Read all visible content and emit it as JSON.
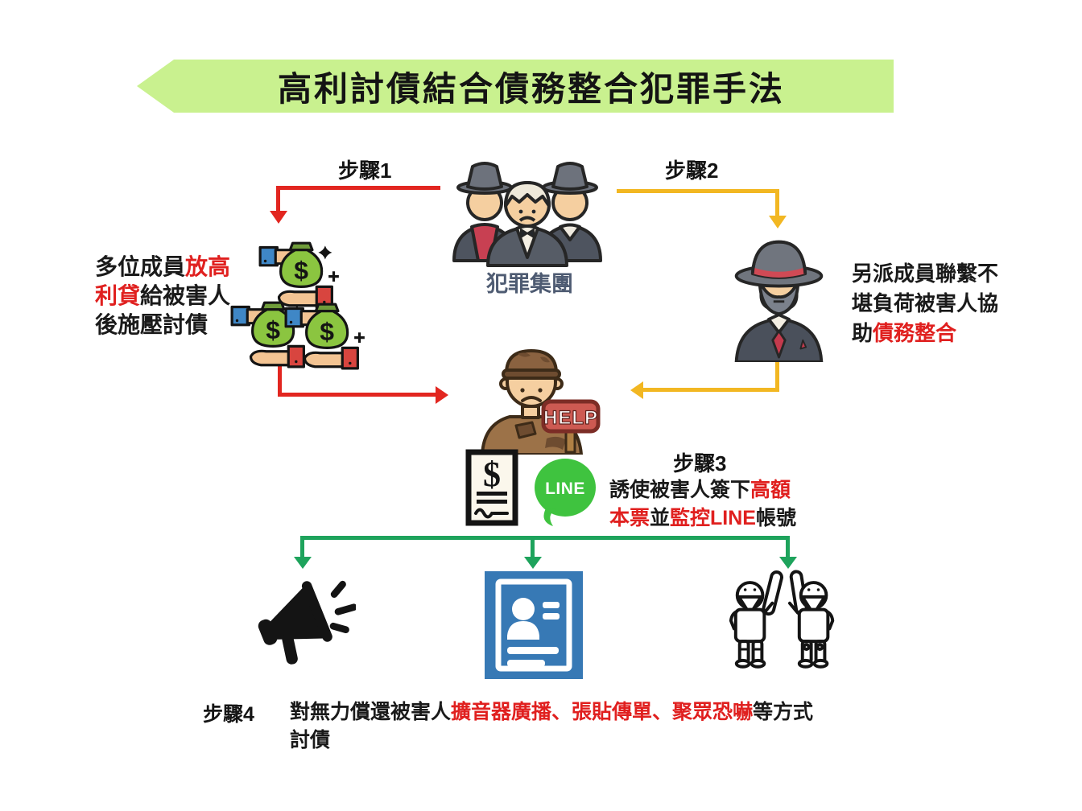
{
  "colors": {
    "banner_green": "#c9f18f",
    "highlight_red": "#e0201f",
    "text_black": "#1a1a1a",
    "group_label_gray": "#4e5b72",
    "arrow_red": "#e22620",
    "arrow_yellow": "#f2b722",
    "arrow_green": "#1ea35c",
    "poster_blue": "#3779b5",
    "line_green": "#3fc33f"
  },
  "title": "高利討債結合債務整合犯罪手法",
  "criminal_group_label": "犯罪集團",
  "step_labels": {
    "s1": "步驟1",
    "s2": "步驟2",
    "s3": "步驟3",
    "s4": "步驟4"
  },
  "left_note": {
    "p1": "多位成員",
    "p2": "放高利貸",
    "p3": "給被害人後施壓討債"
  },
  "right_note": {
    "p1": "另派成員聯繫不堪負荷被害人協助",
    "p2": "債務整合"
  },
  "step3_note": {
    "p1": "誘使被害人簽下",
    "p2": "高額本票",
    "p3": "並",
    "p4": "監控LINE",
    "p5": "帳號"
  },
  "step4_note": {
    "p1": "對無力償還被害人",
    "p2": "擴音器廣播、張貼傳單、聚眾恐嚇",
    "p3": "等方式",
    "p4": "討債"
  },
  "victim_sign": "HELP",
  "line_logo": "LINE",
  "note_symbol": "$"
}
